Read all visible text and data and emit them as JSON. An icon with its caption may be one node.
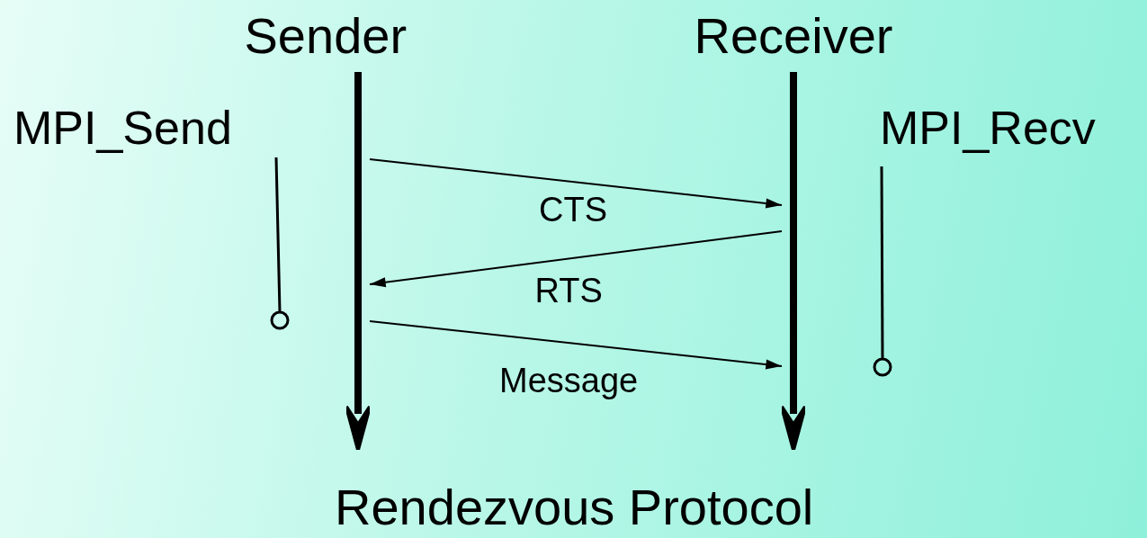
{
  "diagram": {
    "caption": "Rendezvous Protocol",
    "nodes": [
      {
        "text": [],
        "shape": "bar",
        "beside": [
          "Sender"
        ]
      },
      {
        "text": [],
        "shape": "bar",
        "beside": [
          "Receiver"
        ]
      }
    ],
    "edges": [
      {
        "from": 0,
        "to": 1,
        "arrow": "to",
        "label": "CTS"
      },
      {
        "from": 1,
        "to": 0,
        "arrow": "to",
        "label": "RTS"
      },
      {
        "from": 0,
        "to": 1,
        "arrow": "to",
        "label": "Message"
      }
    ],
    "labels": [
      "MPI_Send",
      "MPI_Recv"
    ]
  }
}
